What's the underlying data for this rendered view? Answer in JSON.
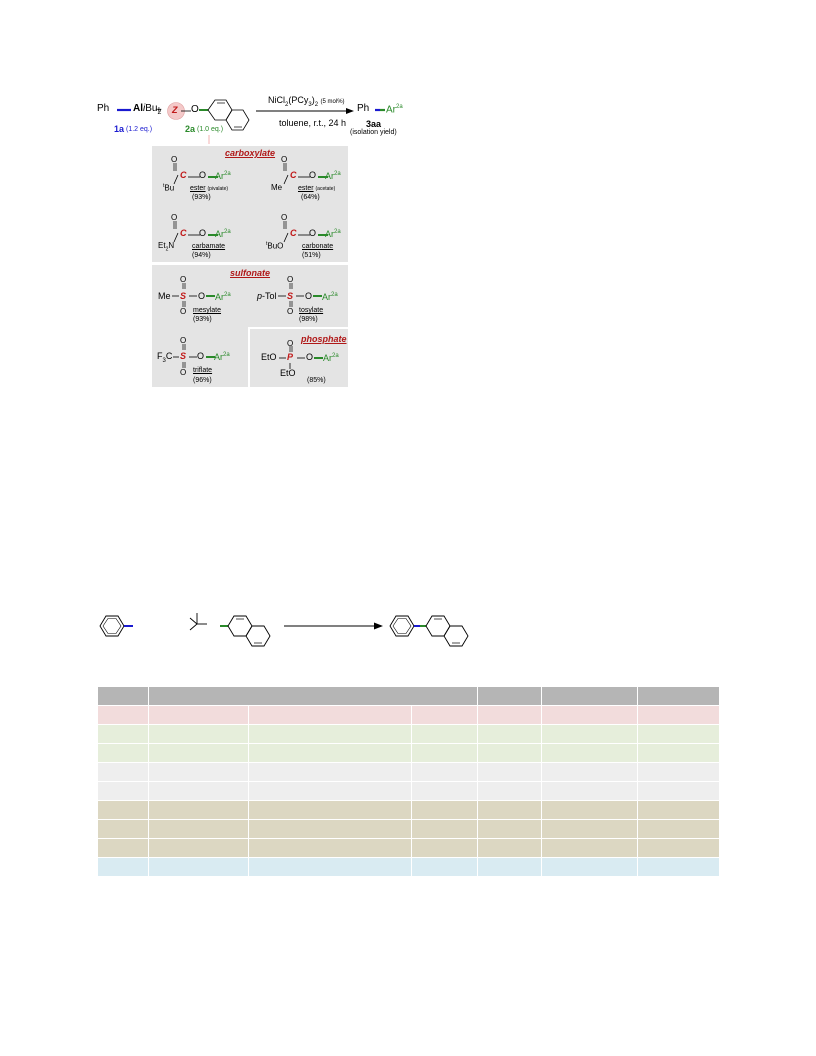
{
  "scheme": {
    "reagent1": {
      "ph": "Ph",
      "al": "Al",
      "sub": "i",
      "bu": "Bu",
      "two": "2",
      "label": "1a",
      "eq": "(1.2 eq.)"
    },
    "plus": "+",
    "reagent2": {
      "z": "Z",
      "o": "O",
      "label": "2a",
      "eq": "(1.0 eq.)"
    },
    "conditions": {
      "catalyst": "NiCl",
      "cat_sub1": "2",
      "cat_mid": "(PCy",
      "cat_sub2": "3",
      "cat_end": ")",
      "cat_sub3": "2",
      "loading": "(5 mol%)",
      "line2": "toluene, r.t., 24 h"
    },
    "product": {
      "ph": "Ph",
      "ar": "Ar",
      "sup": "2a",
      "label": "3aa",
      "note": "(isolation yield)"
    }
  },
  "sections": {
    "carboxylate": "carboxylate",
    "sulfonate": "sulfonate",
    "phosphate": "phosphate"
  },
  "entries": {
    "pivalate": {
      "o": "O",
      "c": "C",
      "o2": "O",
      "ar": "Ar",
      "sup": "2a",
      "sub_t": "t",
      "sub": "Bu",
      "name": "ester",
      "detail": "(pivalate)",
      "yield": "(93%)"
    },
    "acetate": {
      "o": "O",
      "c": "C",
      "o2": "O",
      "ar": "Ar",
      "sup": "2a",
      "sub": "Me",
      "name": "ester",
      "detail": "(acetate)",
      "yield": "(64%)"
    },
    "carbamate": {
      "o": "O",
      "c": "C",
      "o2": "O",
      "ar": "Ar",
      "sup": "2a",
      "sub": "Et",
      "sub2": "2",
      "sub3": "N",
      "name": "carbamate",
      "yield": "(94%)"
    },
    "carbonate": {
      "o": "O",
      "c": "C",
      "o2": "O",
      "ar": "Ar",
      "sup": "2a",
      "sub_t": "t",
      "sub": "BuO",
      "name": "carbonate",
      "yield": "(51%)"
    },
    "mesylate": {
      "o": "O",
      "s": "S",
      "o2": "O",
      "ar": "Ar",
      "sup": "2a",
      "sub": "Me",
      "name": "mesylate",
      "yield": "(93%)"
    },
    "tosylate": {
      "o": "O",
      "s": "S",
      "o2": "O",
      "ar": "Ar",
      "sup": "2a",
      "sub_p": "p",
      "sub": "-Tol",
      "name": "tosylate",
      "yield": "(98%)"
    },
    "triflate": {
      "o": "O",
      "s": "S",
      "o2": "O",
      "ar": "Ar",
      "sup": "2a",
      "sub": "F",
      "sub2": "3",
      "sub3": "C",
      "name": "triflate",
      "yield": "(96%)"
    },
    "phosphate": {
      "o": "O",
      "p": "P",
      "o2": "O",
      "ar": "Ar",
      "sup": "2a",
      "sub": "EtO",
      "sub_bot": "EtO",
      "yield": "(85%)"
    }
  },
  "table": {
    "colors": {
      "header": "#b5b5b5",
      "pink": "#f2dcdc",
      "green": "#e6eedb",
      "gray": "#eeeeee",
      "tan": "#dcd7c2",
      "blue": "#d9ebf2"
    }
  }
}
